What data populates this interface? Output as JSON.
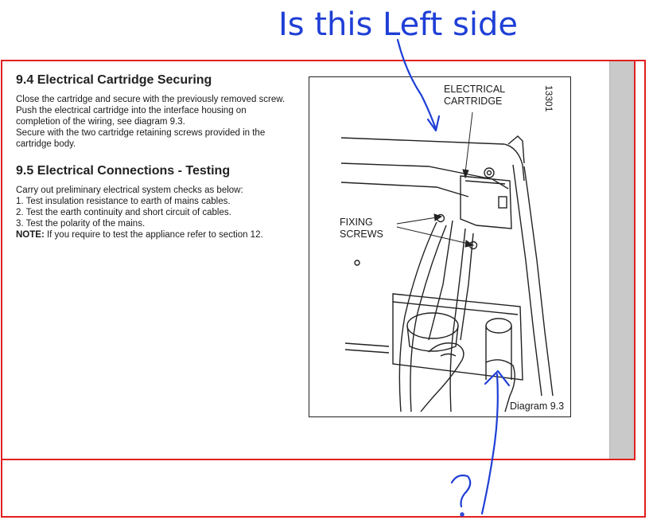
{
  "annotations": {
    "top": "Is this Left side",
    "bottom": "?"
  },
  "section_94": {
    "heading": "9.4 Electrical Cartridge Securing",
    "lines": [
      "Close the cartridge and secure with the previously removed screw.",
      "Push the electrical cartridge into the interface housing on completion of the wiring, see diagram 9.3.",
      "Secure with the two cartridge retaining screws provided in the cartridge body."
    ]
  },
  "section_95": {
    "heading": "9.5 Electrical Connections - Testing",
    "intro": "Carry out preliminary electrical system checks as below:",
    "steps": [
      "1. Test insulation resistance to earth of mains cables.",
      "2. Test the earth continuity and short circuit of cables.",
      "3. Test the polarity of the mains."
    ],
    "note_label": "NOTE:",
    "note_text": " If you require to test the appliance refer to section 12."
  },
  "diagram": {
    "label_cartridge_1": "ELECTRICAL",
    "label_cartridge_2": "CARTRIDGE",
    "label_fixing_1": "FIXING",
    "label_fixing_2": "SCREWS",
    "figure_number": "13301",
    "caption": "Diagram 9.3"
  },
  "colors": {
    "frame_red": "#e02020",
    "ink_blue": "#1f3fd6",
    "gutter_gray": "#c9c9c9"
  }
}
